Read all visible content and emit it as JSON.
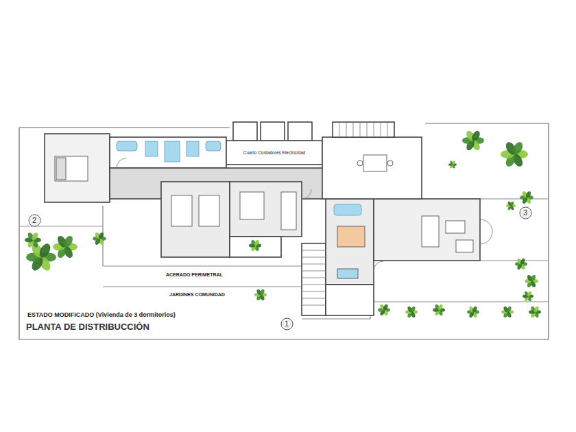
{
  "diagram": {
    "title": "PLANTA DE DISTRIBUCCIÓN",
    "nodes": [
      {
        "text": [
          "Cuarto Contadores Electricidad"
        ]
      },
      {
        "text": [
          "2"
        ]
      },
      {
        "text": [
          "3"
        ]
      },
      {
        "text": [
          "1"
        ]
      }
    ],
    "labels": [
      "ESTADO MODIFICADO (Vivienda de 3 dormitorios)",
      "ACERADO PERIMETRAL",
      "JARDINES COMUNIDAD"
    ]
  }
}
